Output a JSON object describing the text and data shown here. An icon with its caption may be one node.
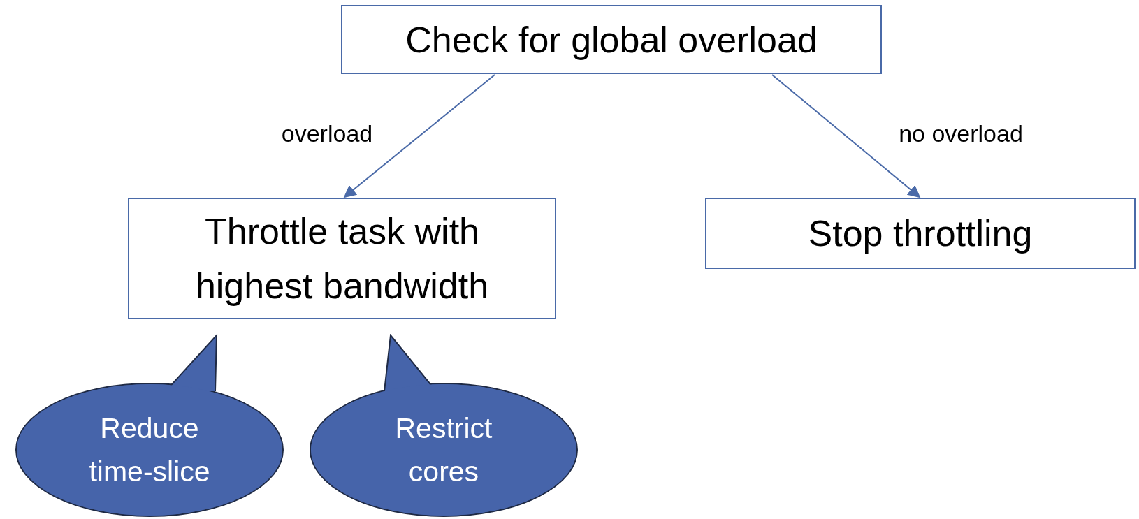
{
  "diagram": {
    "nodes": [
      {
        "text": [
          "Check for global overload"
        ]
      },
      {
        "text": [
          "Throttle task with highest bandwidth"
        ]
      },
      {
        "text": [
          "Stop throttling"
        ]
      },
      {
        "text": [
          "Reduce time-slice"
        ]
      },
      {
        "text": [
          "Restrict cores"
        ]
      }
    ],
    "edges": [
      {
        "from": 0,
        "to": 1,
        "arrow": "to",
        "label": "overload"
      },
      {
        "from": 0,
        "to": 2,
        "arrow": "to",
        "label": "no overload"
      }
    ]
  }
}
